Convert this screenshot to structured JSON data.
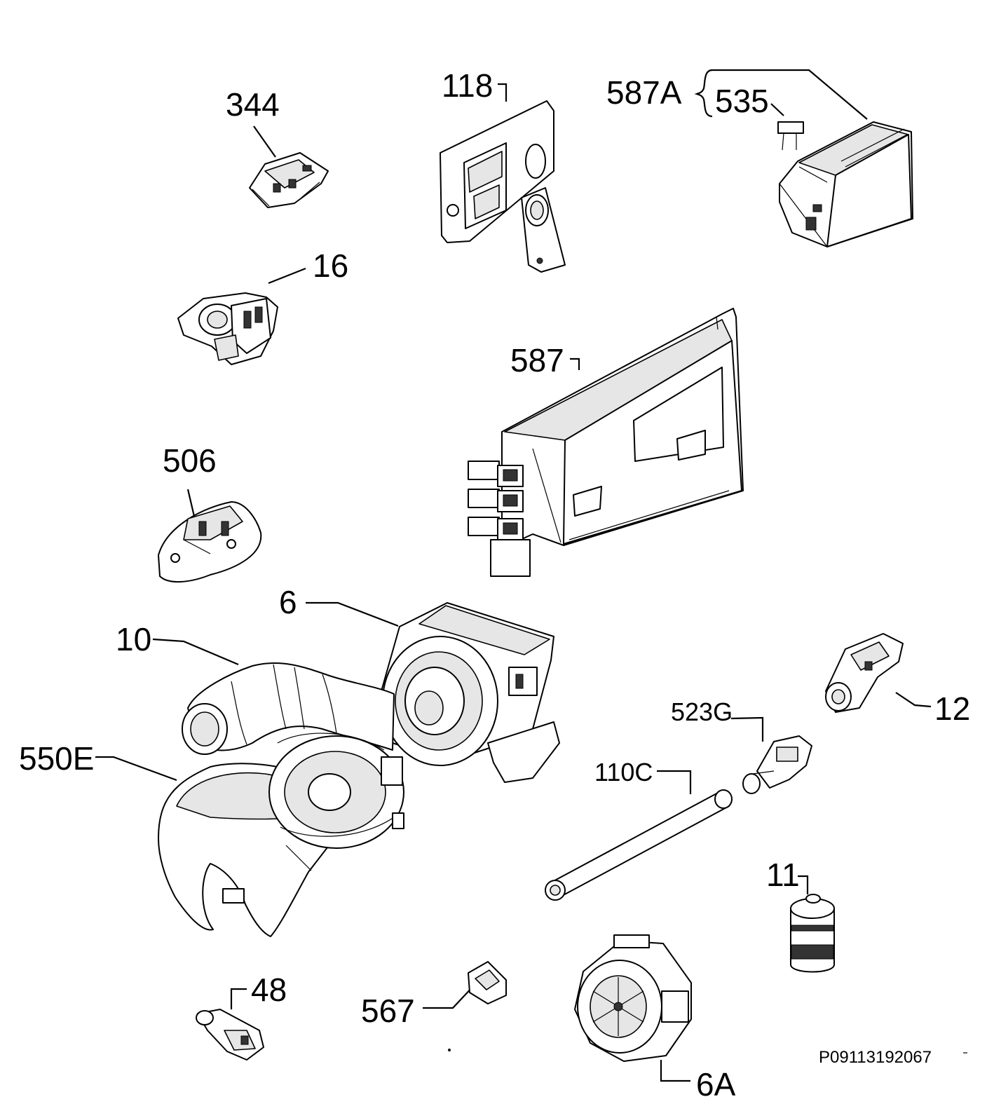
{
  "diagram": {
    "parts": [
      {
        "id": "344",
        "label": "344"
      },
      {
        "id": "118",
        "label": "118"
      },
      {
        "id": "587A",
        "label": "587A"
      },
      {
        "id": "535",
        "label": "535"
      },
      {
        "id": "16",
        "label": "16"
      },
      {
        "id": "587",
        "label": "587"
      },
      {
        "id": "506",
        "label": "506"
      },
      {
        "id": "6",
        "label": "6"
      },
      {
        "id": "10",
        "label": "10"
      },
      {
        "id": "12",
        "label": "12"
      },
      {
        "id": "523G",
        "label": "523G"
      },
      {
        "id": "550E",
        "label": "550E"
      },
      {
        "id": "110C",
        "label": "110C"
      },
      {
        "id": "11",
        "label": "11"
      },
      {
        "id": "48",
        "label": "48"
      },
      {
        "id": "567",
        "label": "567"
      },
      {
        "id": "6A",
        "label": "6A"
      }
    ],
    "drawing_code": "P09113192067"
  }
}
